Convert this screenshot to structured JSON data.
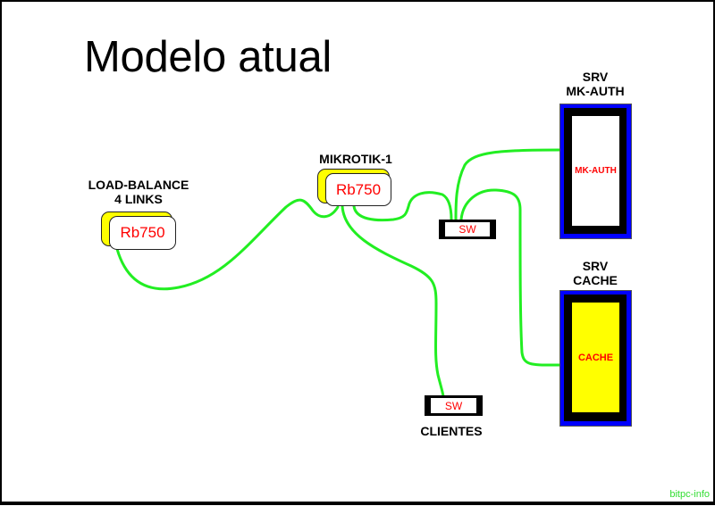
{
  "title": "Modelo atual",
  "colors": {
    "cable": "#22ee22",
    "device_back": "#ffff00",
    "device_text": "#ff0000",
    "server_border": "#0000ff",
    "server_frame": "#000000",
    "mkauth_fill": "#ffffff",
    "cache_fill": "#ffff00",
    "watermark": "#33dd33"
  },
  "nodes": {
    "load_balance": {
      "label_line1": "LOAD-BALANCE",
      "label_line2": "4 LINKS",
      "device": "Rb750"
    },
    "mikrotik": {
      "label": "MIKROTIK-1",
      "device": "Rb750"
    },
    "switch_core": {
      "device": "SW"
    },
    "switch_clients": {
      "device": "SW",
      "label": "CLIENTES"
    },
    "srv_mkauth": {
      "label_line1": "SRV",
      "label_line2": "MK-AUTH",
      "device": "MK-AUTH"
    },
    "srv_cache": {
      "label_line1": "SRV",
      "label_line2": "CACHE",
      "device": "CACHE"
    }
  },
  "connections": [
    {
      "from": "load_balance",
      "to": "mikrotik"
    },
    {
      "from": "mikrotik",
      "to": "switch_core"
    },
    {
      "from": "mikrotik",
      "to": "switch_clients"
    },
    {
      "from": "switch_core",
      "to": "srv_mkauth"
    },
    {
      "from": "switch_core",
      "to": "srv_cache"
    }
  ],
  "watermark": "bitpc-info"
}
